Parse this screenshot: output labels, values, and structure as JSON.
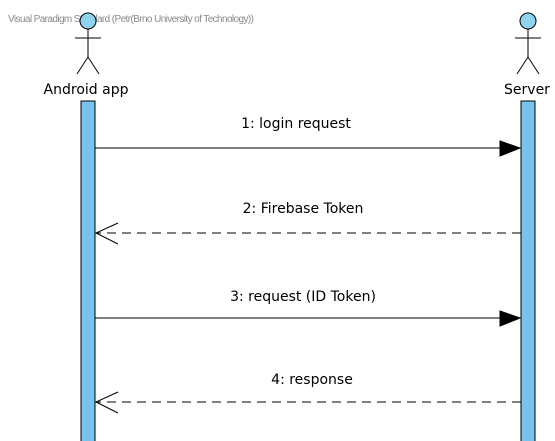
{
  "diagram": {
    "type": "sequence",
    "watermark": "Visual Paradigm Standard (Petr(Brno University of Technology))",
    "colors": {
      "lifeline_fill": "#79c4ee",
      "actor_head_fill": "#8ed4f0",
      "line": "#000000",
      "watermark": "#8a8a8a"
    },
    "participants": [
      {
        "id": "android",
        "label": "Android app",
        "icon": "stick-figure-actor-icon"
      },
      {
        "id": "server",
        "label": "Server",
        "icon": "stick-figure-actor-icon"
      }
    ],
    "messages": [
      {
        "number": 1,
        "label": "1: login request",
        "from": "android",
        "to": "server",
        "style": "synchronous"
      },
      {
        "number": 2,
        "label": "2: Firebase Token",
        "from": "server",
        "to": "android",
        "style": "return"
      },
      {
        "number": 3,
        "label": "3: request (ID Token)",
        "from": "android",
        "to": "server",
        "style": "synchronous"
      },
      {
        "number": 4,
        "label": "4: response",
        "from": "server",
        "to": "android",
        "style": "return"
      }
    ]
  }
}
